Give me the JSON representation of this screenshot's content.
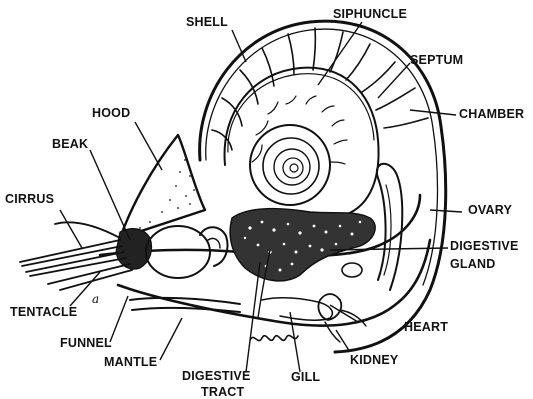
{
  "labels": {
    "shell": "SHELL",
    "siphuncle": "SIPHUNCLE",
    "septum": "SEPTUM",
    "chamber": "CHAMBER",
    "hood": "HOOD",
    "beak": "BEAK",
    "cirrus": "CIRRUS",
    "ovary": "OVARY",
    "digestive_gland_1": "DIGESTIVE",
    "digestive_gland_2": "GLAND",
    "tentacle": "TENTACLE",
    "tentacle_marker": "a",
    "funnel": "FUNNEL",
    "heart": "HEART",
    "mantle": "MANTLE",
    "kidney": "KIDNEY",
    "digestive_tract_1": "DIGESTIVE",
    "digestive_tract_2": "TRACT",
    "gill": "GILL"
  },
  "colors": {
    "ink": "#111111",
    "paper": "#ffffff"
  }
}
